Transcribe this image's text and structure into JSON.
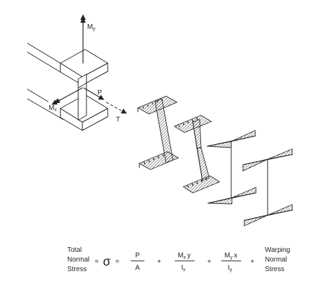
{
  "labels": {
    "my": "M",
    "my_sub": "y",
    "mx": "M",
    "mx_sub": "x",
    "p": "P",
    "t": "T"
  },
  "equation": {
    "lhs_line1": "Total",
    "lhs_line2": "Normal",
    "lhs_line3": "Stress",
    "equals1": "=",
    "sigma": "σ",
    "equals2": "=",
    "term1_num": "P",
    "term1_den": "A",
    "plus1": "+",
    "term2_num_m": "M",
    "term2_num_sub": "x",
    "term2_num_var": "y",
    "term2_den_i": "I",
    "term2_den_sub": "x",
    "plus2": "+",
    "term3_num_m": "M",
    "term3_num_sub": "y",
    "term3_num_var": "x",
    "term3_den_i": "I",
    "term3_den_sub": "y",
    "plus3": "+",
    "rhs_line1": "Warping",
    "rhs_line2": "Normal",
    "rhs_line3": "Stress"
  }
}
